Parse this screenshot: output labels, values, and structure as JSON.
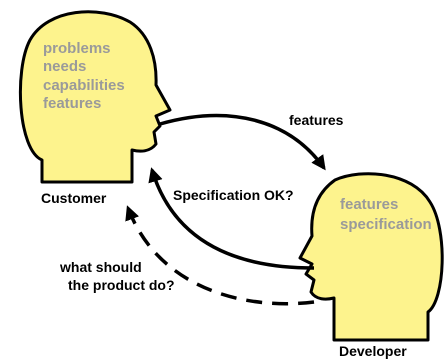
{
  "customer": {
    "name": "Customer",
    "thoughts": [
      "problems",
      "needs",
      "capabilities",
      "features"
    ]
  },
  "developer": {
    "name": "Developer",
    "thoughts": [
      "features",
      "specification"
    ]
  },
  "arrows": {
    "to_developer": "features",
    "to_customer": "Specification OK?",
    "dashed": [
      "what should",
      "the product do?"
    ]
  },
  "colors": {
    "head_fill": "#fdf38d",
    "inner_text": "#9a9a9a",
    "outline": "#000000"
  }
}
